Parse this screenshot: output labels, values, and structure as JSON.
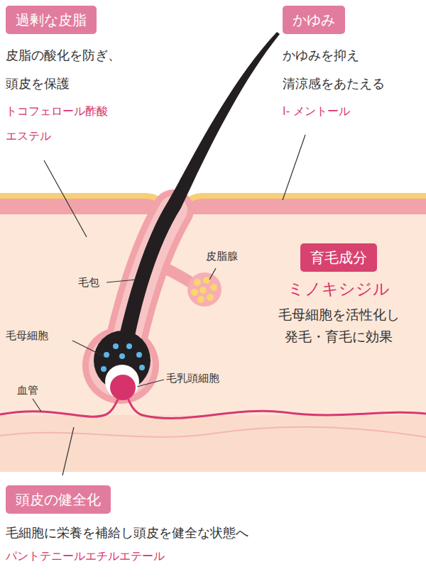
{
  "diagram": {
    "nodes": [
      {
        "text": [
          "過剰な皮脂",
          "皮脂の酸化を防ぎ、 頭皮を保護",
          "トコフェロール酢酸 エステル"
        ]
      },
      {
        "text": [
          "かゆみ",
          "かゆみを抑え 清涼感をあたえる",
          "l- メントール"
        ]
      },
      {
        "text": [
          "育毛成分",
          "ミノキシジル",
          "毛母細胞を活性化し 発毛・育毛に効果"
        ]
      },
      {
        "text": [
          "頭皮の健全化",
          "毛細胞に栄養を補給し頭皮を健全な状態へ",
          "パントテニールエチルエテール"
        ]
      }
    ],
    "labels": [
      "毛包",
      "皮脂腺",
      "毛母細胞",
      "毛乳頭細胞",
      "血管"
    ]
  }
}
